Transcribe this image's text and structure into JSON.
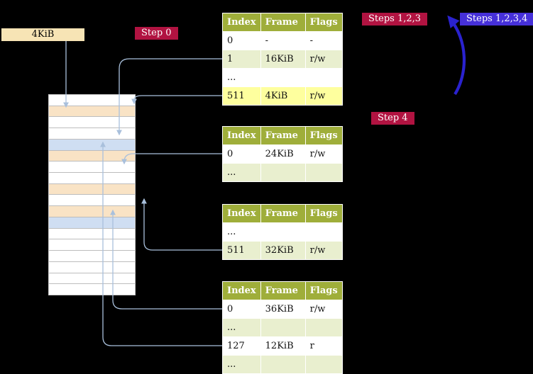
{
  "frame_box": {
    "label": "4KiB"
  },
  "badges": {
    "step0": "Step 0",
    "steps123": "Steps 1,2,3",
    "steps1234": "Steps 1,2,3,4",
    "step4": "Step 4"
  },
  "colors": {
    "background": "#000000",
    "table_header": "#9fae3a",
    "row_green": "#e9efcf",
    "row_yellow": "#feff9e",
    "row_white": "#ffffff",
    "memory_wheat": "#f9e3c5",
    "memory_blue": "#cfdef2",
    "frame_box": "#f7e4b5",
    "badge_crimson": "#b11341",
    "badge_blue": "#4630d9",
    "arrow_light": "#a9c0dc",
    "arrow_blue": "#2a22cf"
  },
  "tables": [
    {
      "name": "page-table-1",
      "headers": [
        "Index",
        "Frame",
        "Flags"
      ],
      "rows": [
        {
          "bg": "white",
          "cells": [
            "0",
            "-",
            "-"
          ]
        },
        {
          "bg": "green",
          "cells": [
            "1",
            "16KiB",
            "r/w"
          ]
        },
        {
          "bg": "white",
          "cells": [
            "...",
            "",
            ""
          ]
        },
        {
          "bg": "yellow",
          "cells": [
            "511",
            "4KiB",
            "r/w"
          ]
        }
      ]
    },
    {
      "name": "page-table-2",
      "headers": [
        "Index",
        "Frame",
        "Flags"
      ],
      "rows": [
        {
          "bg": "white",
          "cells": [
            "0",
            "24KiB",
            "r/w"
          ]
        },
        {
          "bg": "green",
          "cells": [
            "...",
            "",
            ""
          ]
        }
      ]
    },
    {
      "name": "page-table-3",
      "headers": [
        "Index",
        "Frame",
        "Flags"
      ],
      "rows": [
        {
          "bg": "white",
          "cells": [
            "...",
            "",
            ""
          ]
        },
        {
          "bg": "green",
          "cells": [
            "511",
            "32KiB",
            "r/w"
          ]
        }
      ]
    },
    {
      "name": "page-table-4",
      "headers": [
        "Index",
        "Frame",
        "Flags"
      ],
      "rows": [
        {
          "bg": "white",
          "cells": [
            "0",
            "36KiB",
            "r/w"
          ]
        },
        {
          "bg": "green",
          "cells": [
            "...",
            "",
            ""
          ]
        },
        {
          "bg": "white",
          "cells": [
            "127",
            "12KiB",
            "r"
          ]
        },
        {
          "bg": "green",
          "cells": [
            "...",
            "",
            ""
          ]
        }
      ]
    }
  ],
  "memory": {
    "rows": [
      "white",
      "wheat",
      "white",
      "white",
      "blue",
      "wheat",
      "white",
      "white",
      "wheat",
      "white",
      "wheat",
      "blue",
      "white",
      "white",
      "white",
      "white",
      "white",
      "white"
    ]
  }
}
